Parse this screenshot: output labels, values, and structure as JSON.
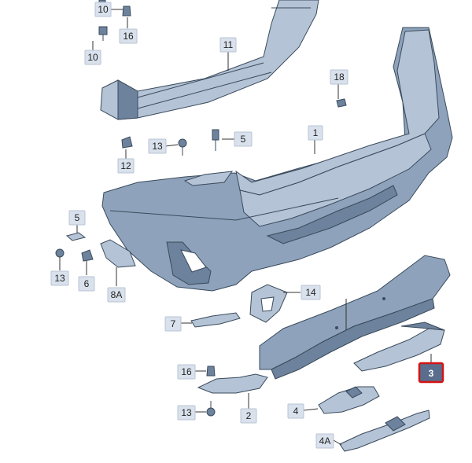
{
  "diagram": {
    "callouts": [
      {
        "id": "c10a",
        "label": "10",
        "highlight": false
      },
      {
        "id": "c16a",
        "label": "16",
        "highlight": false
      },
      {
        "id": "c10b",
        "label": "10",
        "highlight": false
      },
      {
        "id": "c11",
        "label": "11",
        "highlight": false
      },
      {
        "id": "c18",
        "label": "18",
        "highlight": false
      },
      {
        "id": "c1",
        "label": "1",
        "highlight": false
      },
      {
        "id": "c13a",
        "label": "13",
        "highlight": false
      },
      {
        "id": "c5a",
        "label": "5",
        "highlight": false
      },
      {
        "id": "c12",
        "label": "12",
        "highlight": false
      },
      {
        "id": "c5b",
        "label": "5",
        "highlight": false
      },
      {
        "id": "c13b",
        "label": "13",
        "highlight": false
      },
      {
        "id": "c6",
        "label": "6",
        "highlight": false
      },
      {
        "id": "c8A",
        "label": "8A",
        "highlight": false
      },
      {
        "id": "c14",
        "label": "14",
        "highlight": false
      },
      {
        "id": "c7",
        "label": "7",
        "highlight": false
      },
      {
        "id": "c3",
        "label": "3",
        "highlight": true
      },
      {
        "id": "c16b",
        "label": "16",
        "highlight": false
      },
      {
        "id": "c13c",
        "label": "13",
        "highlight": false
      },
      {
        "id": "c2",
        "label": "2",
        "highlight": false
      },
      {
        "id": "c4",
        "label": "4",
        "highlight": false
      },
      {
        "id": "c4A",
        "label": "4A",
        "highlight": false
      }
    ],
    "colors": {
      "callout_fill": "#d9e1ec",
      "highlight_fill": "#5a6d8c",
      "highlight_border": "#d41414",
      "part_fill": "#8ea3bb",
      "outline": "#3a4a5c"
    }
  }
}
